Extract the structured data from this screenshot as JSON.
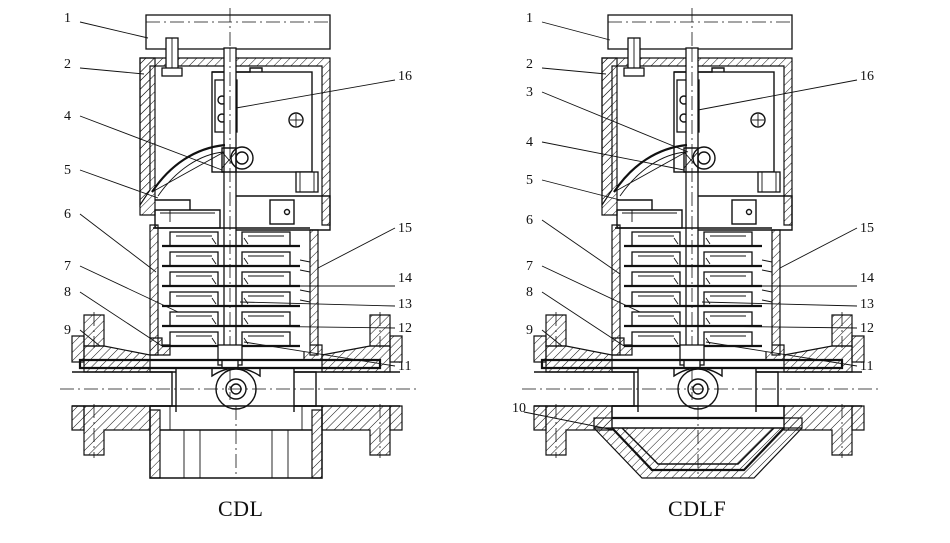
{
  "diagrams": [
    {
      "caption": "CDL",
      "callouts": [
        "1",
        "2",
        "4",
        "5",
        "6",
        "7",
        "8",
        "9",
        "16",
        "15",
        "14",
        "13",
        "12",
        "11"
      ]
    },
    {
      "caption": "CDLF",
      "callouts": [
        "1",
        "2",
        "3",
        "4",
        "5",
        "6",
        "7",
        "8",
        "9",
        "10",
        "16",
        "15",
        "14",
        "13",
        "12",
        "11"
      ]
    }
  ],
  "colors": {
    "line": "#111111",
    "background": "#ffffff"
  }
}
